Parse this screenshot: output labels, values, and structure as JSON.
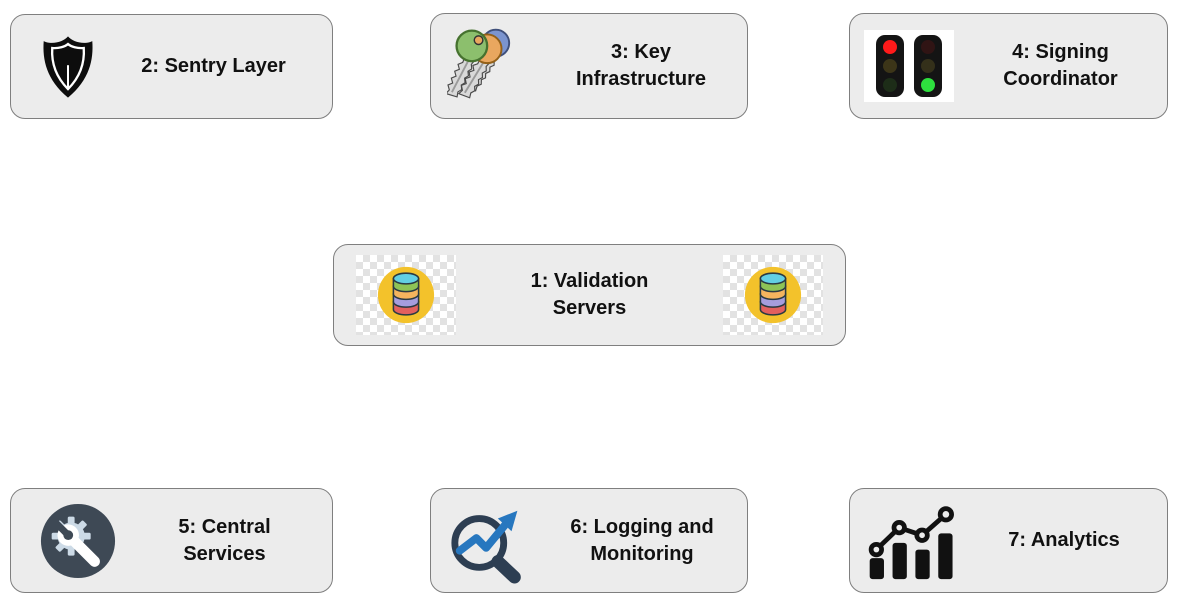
{
  "diagram": {
    "title": "architecture diagram with seven labeled nodes",
    "nodes": [
      {
        "key": "validation-servers",
        "label": "1: Validation\nServers",
        "icon": "database-icon"
      },
      {
        "key": "sentry-layer",
        "label": "2: Sentry Layer",
        "icon": "shield-icon"
      },
      {
        "key": "key-infrastructure",
        "label": "3: Key\nInfrastructure",
        "icon": "keys-icon"
      },
      {
        "key": "signing-coordinator",
        "label": "4: Signing\nCoordinator",
        "icon": "traffic-lights-icon"
      },
      {
        "key": "central-services",
        "label": "5: Central\nServices",
        "icon": "gear-wrench-icon"
      },
      {
        "key": "logging-monitoring",
        "label": "6: Logging and\nMonitoring",
        "icon": "magnifier-trend-icon"
      },
      {
        "key": "analytics",
        "label": "7: Analytics",
        "icon": "bar-chart-icon"
      }
    ]
  },
  "colors": {
    "page_bg": "#ffffff",
    "node_fill": "#ececec",
    "node_border": "#7f7f7f",
    "label_text": "#111111",
    "shield_black": "#0d0d0d",
    "key_green": "#8cbf6d",
    "key_orange": "#e9a75f",
    "key_blue": "#7b94cf",
    "traffic_red_on": "#ff1a1a",
    "traffic_green_on": "#2ee03e",
    "db_circle_yellow": "#f3c22b",
    "db_top_cyan": "#62cfe3",
    "db_band_green": "#8ec356",
    "db_band_orange": "#f4b45e",
    "db_band_purple": "#a69ddd",
    "db_band_red": "#e2605e",
    "gear_circle": "#3e4955",
    "gear_teeth": "#ccdae6",
    "wrench_white": "#ffffff",
    "magnifier_slate": "#2d3e52",
    "trend_arrow_blue": "#2777bf",
    "chart_black": "#111111"
  }
}
